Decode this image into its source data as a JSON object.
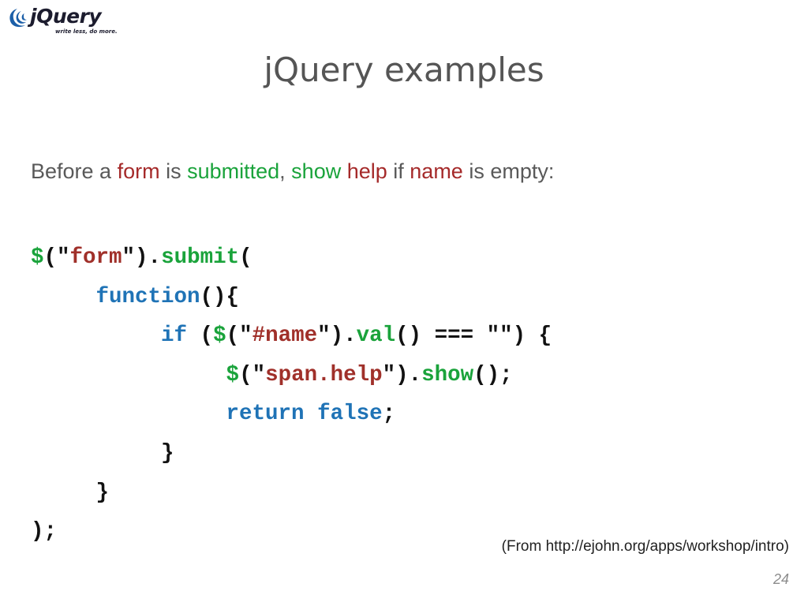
{
  "logo": {
    "name": "jQuery",
    "tagline": "write less, do more."
  },
  "slide": {
    "title": "jQuery examples",
    "lead": [
      {
        "text": "Before a ",
        "style": "plain"
      },
      {
        "text": "form",
        "style": "red"
      },
      {
        "text": " is ",
        "style": "plain"
      },
      {
        "text": "submitted",
        "style": "green"
      },
      {
        "text": ", ",
        "style": "plain"
      },
      {
        "text": "show",
        "style": "green"
      },
      {
        "text": " ",
        "style": "plain"
      },
      {
        "text": "help",
        "style": "red"
      },
      {
        "text": " if ",
        "style": "plain"
      },
      {
        "text": "name",
        "style": "red"
      },
      {
        "text": " is empty:",
        "style": "plain"
      }
    ],
    "code_lines": [
      [
        {
          "t": "$",
          "c": "green"
        },
        {
          "t": "(\"",
          "c": "plain"
        },
        {
          "t": "form",
          "c": "red"
        },
        {
          "t": "\").",
          "c": "plain"
        },
        {
          "t": "submit",
          "c": "green"
        },
        {
          "t": "(",
          "c": "plain"
        }
      ],
      [
        {
          "t": "     ",
          "c": "plain"
        },
        {
          "t": "function",
          "c": "blue"
        },
        {
          "t": "(){",
          "c": "plain"
        }
      ],
      [
        {
          "t": "          ",
          "c": "plain"
        },
        {
          "t": "if",
          "c": "blue"
        },
        {
          "t": " (",
          "c": "plain"
        },
        {
          "t": "$",
          "c": "green"
        },
        {
          "t": "(\"",
          "c": "plain"
        },
        {
          "t": "#name",
          "c": "red"
        },
        {
          "t": "\").",
          "c": "plain"
        },
        {
          "t": "val",
          "c": "green"
        },
        {
          "t": "() === \"\") {",
          "c": "plain"
        }
      ],
      [
        {
          "t": "               ",
          "c": "plain"
        },
        {
          "t": "$",
          "c": "green"
        },
        {
          "t": "(\"",
          "c": "plain"
        },
        {
          "t": "span.help",
          "c": "red"
        },
        {
          "t": "\").",
          "c": "plain"
        },
        {
          "t": "show",
          "c": "green"
        },
        {
          "t": "();",
          "c": "plain"
        }
      ],
      [
        {
          "t": "               ",
          "c": "plain"
        },
        {
          "t": "return false",
          "c": "blue"
        },
        {
          "t": ";",
          "c": "plain"
        }
      ],
      [
        {
          "t": "          }",
          "c": "plain"
        }
      ],
      [
        {
          "t": "     }",
          "c": "plain"
        }
      ],
      [
        {
          "t": ");",
          "c": "plain"
        }
      ]
    ],
    "source": "(From http://ejohn.org/apps/workshop/intro)",
    "page_number": "24"
  },
  "colors": {
    "keyword_blue": "#1f73b6",
    "string_red": "#a0302a",
    "method_green": "#1aa33b",
    "text_gray": "#595959"
  }
}
